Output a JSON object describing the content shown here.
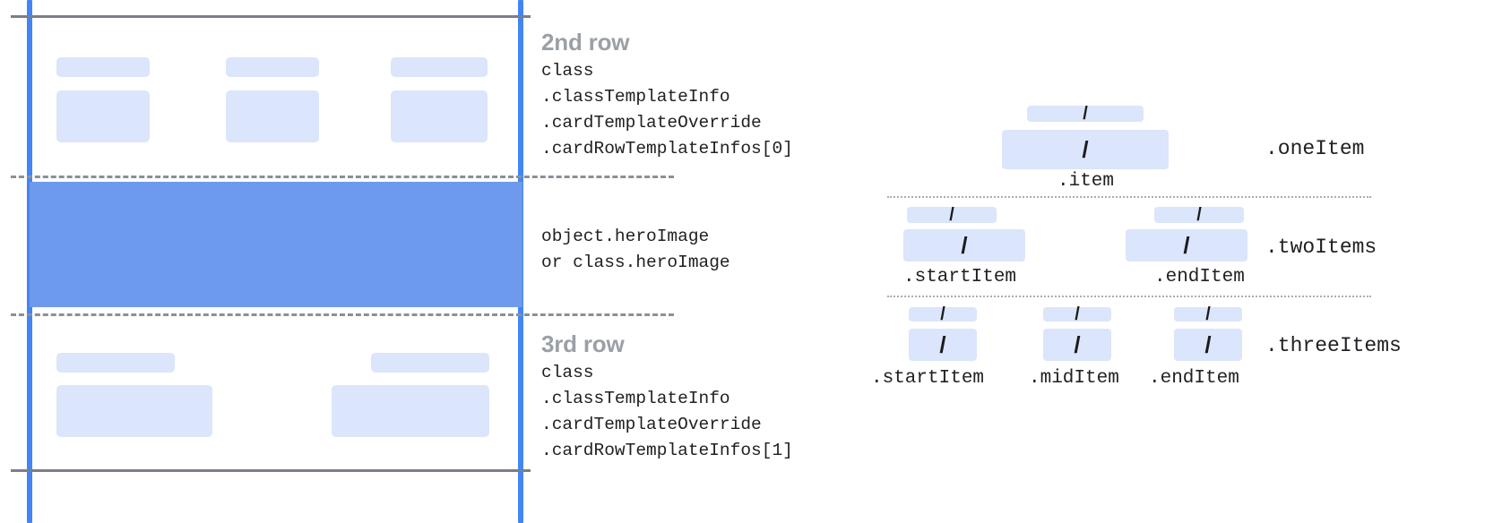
{
  "diagram": {
    "colors": {
      "guide_blue": "#4285f4",
      "hero_blue": "#6d9aec",
      "placeholder_blue": "#dbe5fb",
      "rule_gray": "#7a7f87",
      "dash_gray": "#8b9096",
      "title_gray": "#9aa0a6",
      "text_black": "#202124"
    },
    "left_panel": {
      "sections": [
        {
          "title": "2nd row",
          "code": "class\n.classTemplateInfo\n.cardTemplateOverride\n.cardRowTemplateInfos[0]",
          "item_count": 3
        },
        {
          "title": "",
          "code": "object.heroImage\nor class.heroImage",
          "item_count": 0
        },
        {
          "title": "3rd row",
          "code": "class\n.classTemplateInfo\n.cardTemplateOverride\n.cardRowTemplateInfos[1]",
          "item_count": 2
        }
      ]
    },
    "right_panel": {
      "slot_glyph": "/",
      "rows": [
        {
          "label": ".oneItem",
          "captions": [
            ".item"
          ]
        },
        {
          "label": ".twoItems",
          "captions": [
            ".startItem",
            ".endItem"
          ]
        },
        {
          "label": ".threeItems",
          "captions": [
            ".startItem",
            ".midItem",
            ".endItem"
          ]
        }
      ]
    }
  }
}
